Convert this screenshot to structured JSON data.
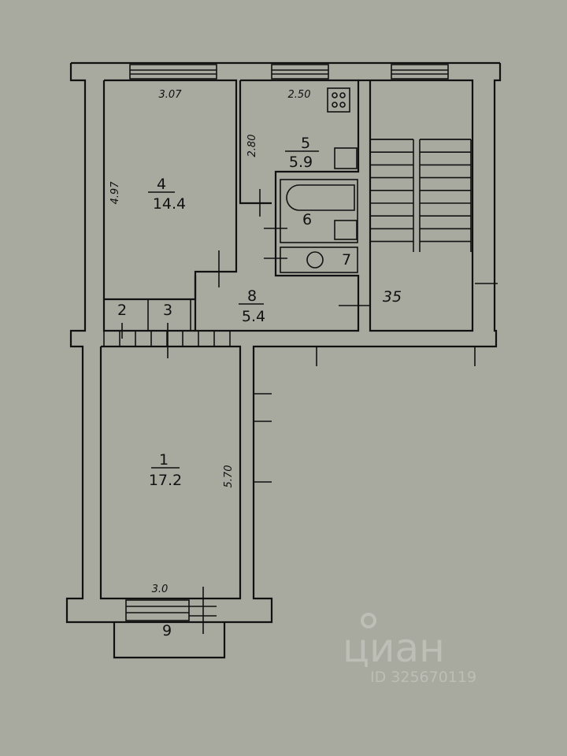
{
  "plan": {
    "rooms": [
      {
        "number": "1",
        "area": "17.2"
      },
      {
        "number": "2"
      },
      {
        "number": "3"
      },
      {
        "number": "4",
        "area": "14.4"
      },
      {
        "number": "5",
        "area": "5.9"
      },
      {
        "number": "6"
      },
      {
        "number": "7"
      },
      {
        "number": "8",
        "area": "5.4"
      },
      {
        "number": "9"
      }
    ],
    "dimensions": {
      "room4_width": "3.07",
      "room4_length": "4.97",
      "room5_width": "2.50",
      "room5_length": "2.80",
      "room1_length": "5.70",
      "room1_width": "3.0"
    },
    "stair_label": "35"
  },
  "watermark": {
    "brand": "циан",
    "id": "ID 325670119"
  }
}
